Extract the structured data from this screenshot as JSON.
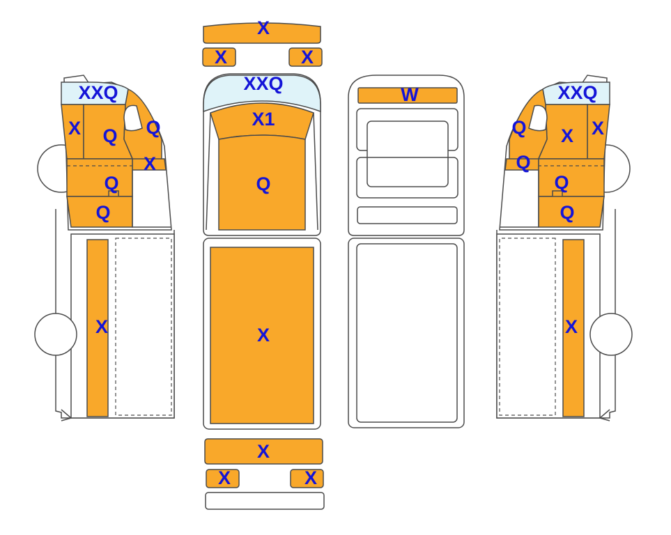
{
  "colors": {
    "coated": "#f9a82a",
    "glass": "#dff3f9",
    "label": "#1414d8",
    "outline": "#4a4a4a"
  },
  "views": {
    "left_side": {
      "windshield": "XXQ",
      "a_pillar": "X",
      "door_upper": "Q",
      "mirror_area": "Q",
      "mirror_arm": "X",
      "door_lower": "Q",
      "step": "Q",
      "cargo_side": "X"
    },
    "top": {
      "front_bumper": "X",
      "front_corner_left": "X",
      "front_corner_right": "X",
      "windshield": "XXQ",
      "hood_top": "X1",
      "hood": "Q",
      "cargo_roof": "X",
      "rear_bumper": "X",
      "rear_corner_left": "X",
      "rear_corner_right": "X"
    },
    "front": {
      "top_strip": "W"
    },
    "right_side": {
      "windshield": "XXQ",
      "mirror_area": "Q",
      "door_upper": "X",
      "a_pillar": "X",
      "mirror_arm": "Q",
      "door_lower": "Q",
      "step": "Q",
      "cargo_side": "X"
    }
  }
}
